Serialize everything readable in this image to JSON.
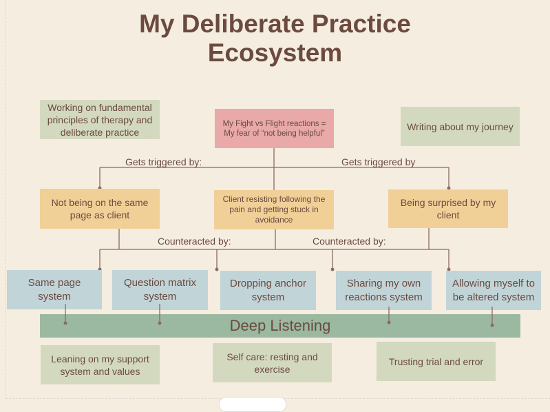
{
  "title_line1": "My Deliberate Practice",
  "title_line2": "Ecosystem",
  "top": {
    "fundamentals": "Working on fundamental principles of therapy and deliberate practice",
    "core": "My Fight vs Flight reactions = My fear of “not being helpful”",
    "writing": "Writing about my journey"
  },
  "labels": {
    "triggered_left": "Gets triggered by:",
    "triggered_right": "Gets triggered by",
    "counter_left": "Counteracted by:",
    "counter_right": "Counteracted by:"
  },
  "triggers": [
    "Not being on the same page as client",
    "Client resisting following the pain and getting stuck in avoidance",
    "Being surprised by my client"
  ],
  "systems": [
    "Same page system",
    "Question matrix system",
    "Dropping anchor system",
    "Sharing my own reactions system",
    "Allowing myself to be altered system"
  ],
  "deep_listening": "Deep Listening",
  "supports": [
    "Leaning on my support system and values",
    "Self care: resting and exercise",
    "Trusting trial and error"
  ],
  "colors": {
    "background": "#f5ede0",
    "text": "#6b4a40",
    "green": "#d3d9bf",
    "pink": "#e8a9a8",
    "orange": "#f0d097",
    "blue": "#c1d4d8",
    "deep": "#9bb8a0"
  }
}
